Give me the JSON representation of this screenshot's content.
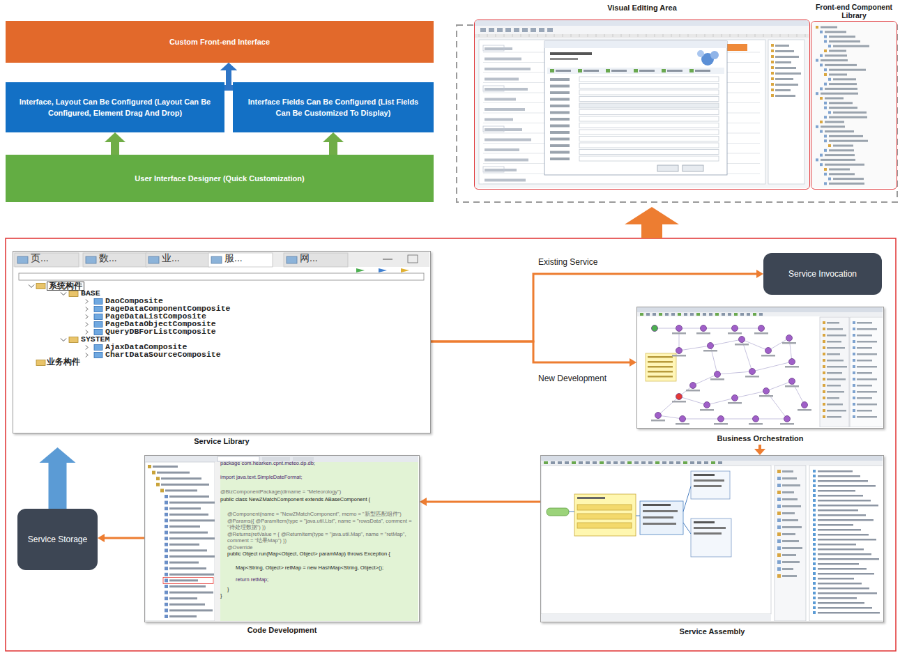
{
  "diagram": {
    "nodes": [
      {
        "text": [
          "Custom Front-end Interface"
        ]
      },
      {
        "text": [
          "Interface, Layout Can Be Configured (Layout Can Be Configured, Element Drag And Drop)"
        ]
      },
      {
        "text": [
          "Interface Fields Can Be Configured (List Fields Can Be Customized To Display)"
        ]
      },
      {
        "text": [
          "User Interface Designer (Quick Customization)"
        ]
      },
      {
        "text": [
          "Visual Editing Area"
        ]
      },
      {
        "text": [
          "Front-end Component Library"
        ]
      },
      {
        "text": [
          "Service Library"
        ]
      },
      {
        "text": [
          "Service Invocation"
        ]
      },
      {
        "text": [
          "Business Orchestration"
        ]
      },
      {
        "text": [
          "Service Assembly"
        ]
      },
      {
        "text": [
          "Code Development"
        ]
      },
      {
        "text": [
          "Service Storage"
        ]
      }
    ],
    "edges": [
      {
        "from": 3,
        "to": 1,
        "arrow": "to"
      },
      {
        "from": 3,
        "to": 2,
        "arrow": "to"
      },
      {
        "from": 1,
        "to": 0,
        "arrow": "to"
      },
      {
        "from": 2,
        "to": 0,
        "arrow": "to"
      },
      {
        "from": 6,
        "to": 7,
        "label": "Existing Service",
        "arrow": "to"
      },
      {
        "from": 6,
        "to": 8,
        "label": "New Development",
        "arrow": "to"
      },
      {
        "from": 8,
        "to": 9,
        "arrow": "to"
      },
      {
        "from": 9,
        "to": 10,
        "arrow": "to"
      },
      {
        "from": 10,
        "to": 11,
        "arrow": "to"
      },
      {
        "from": 11,
        "to": 6,
        "arrow": "to"
      }
    ],
    "labels": [
      "页...",
      "数...",
      "业...",
      "服...",
      "网...",
      "系统构件",
      "BASE",
      "DaoComposite",
      "PageDataComponentComposite",
      "PageDataListComposite",
      "PageDataObjectComposite",
      "QueryDBForListComposite",
      "SYSTEM",
      "AjaxDataComposite",
      "ChartDataSourceComposite",
      "业务构件",
      "package com.hearken.cpnt.meteo.dp.db;",
      "import java.text.SimpleDateFormat;",
      "@BizComponentPackage(dirname = \"Meteorology\")",
      "public class NewZMatchComponent extends ABaseComponent {",
      "@Component(name = \"NewZMatchComponent\", memo = \"新型匹配组件\")",
      "@Params({ @ParamItem(type = \"java.util.List\", name = \"rowsData\", comment = \"待处理数据\") })",
      "@Returns(retValue = { @ReturnItem(type = \"java.util.Map\", name = \"retMap\", comment = \"结果Map\") })",
      "@Override",
      "public Object run(Map<Object, Object> paramMap) throws Exception {",
      "Map<String, Object> retMap = new HashMap<String, Object>();",
      "return retMap;",
      "}",
      "}"
    ]
  }
}
